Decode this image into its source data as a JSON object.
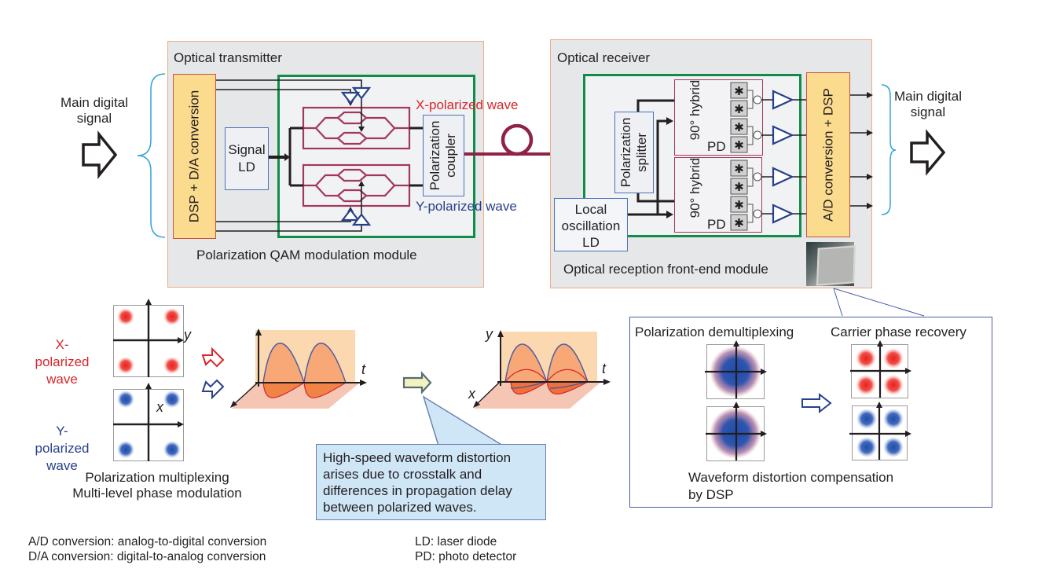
{
  "transmitter": {
    "title": "Optical transmitter",
    "dsp_da_label": "DSP + D/A conversion",
    "signal_ld_label": "Signal LD",
    "polarization_coupler_label": "Polarization coupler",
    "x_wave_label": "X-polarized wave",
    "y_wave_label": "Y-polarized wave",
    "module_label": "Polarization QAM modulation module"
  },
  "receiver": {
    "title": "Optical receiver",
    "polarization_splitter_label": "Polarization splitter",
    "hybrid_label": "90° hybrid",
    "pd_label": "PD",
    "local_ld_label": "Local oscillation LD",
    "ad_dsp_label": "A/D conversion + DSP",
    "module_label": "Optical reception front-end module"
  },
  "input": {
    "label": "Main digital signal"
  },
  "output": {
    "label": "Main digital signal"
  },
  "modulation": {
    "x_wave_label": "X-polarized wave",
    "y_wave_label": "Y-polarized wave",
    "axis_y": "y",
    "axis_x": "x",
    "caption_line1": "Polarization multiplexing",
    "caption_line2": "Multi-level phase modulation"
  },
  "waveforms": {
    "axis_t": "t",
    "axis_y": "y",
    "axis_x": "x"
  },
  "callout": {
    "text": "High-speed waveform distortion arises due to crosstalk and differences in propagation delay between polarized waves."
  },
  "dsp_panel": {
    "demux_label": "Polarization demultiplexing",
    "phase_label": "Carrier phase recovery",
    "caption_line1": "Waveform distortion compensation",
    "caption_line2": "by DSP"
  },
  "footnotes": {
    "ad": "A/D conversion: analog-to-digital conversion",
    "da": "D/A conversion: digital-to-analog conversion",
    "ld": "LD: laser diode",
    "pd": "PD: photo detector"
  },
  "colors": {
    "x_wave": "#d7262b",
    "y_wave": "#27408b",
    "module_border": "#0f8c4a",
    "fiber": "#8f2346",
    "dsp_fill": "#fbdb8e",
    "brace": "#2ea3d6"
  }
}
